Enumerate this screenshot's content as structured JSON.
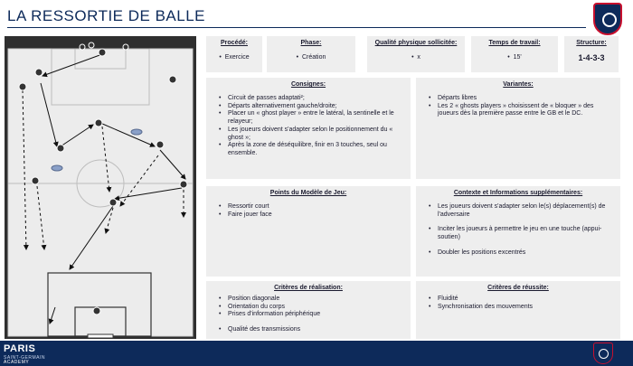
{
  "title": "LA RESSORTIE DE BALLE",
  "header": {
    "procede": {
      "label": "Procédé:",
      "value": "Exercice"
    },
    "phase": {
      "label": "Phase:",
      "value": "Création"
    },
    "qualite": {
      "label": "Qualité physique sollicitée:",
      "value": "x"
    },
    "temps": {
      "label": "Temps de travail:",
      "value": "15'"
    },
    "structure": {
      "label": "Structure:",
      "value": "1-4-3-3"
    }
  },
  "consignes": {
    "title": "Consignes:",
    "items": [
      "Circuit de passes adaptati²;",
      "Départs alternativement gauche/droite;",
      "Placer un « ghost player » entre le latéral, la sentinelle et le relayeur;",
      "Les joueurs doivent s'adapter selon le positionnement du « ghost »;",
      "Après la zone de déséquilibre, finir en 3 touches, seul ou ensemble."
    ]
  },
  "variantes": {
    "title": "Variantes:",
    "items": [
      "Départs libres",
      "Les 2 « ghosts players » choisissent de « bloquer » des joueurs dès la première passe entre le GB et le DC."
    ]
  },
  "points": {
    "title": "Points du Modèle de Jeu:",
    "items": [
      "Ressortir court",
      "Faire jouer face"
    ]
  },
  "contexte": {
    "title": "Contexte et Informations supplémentaires:",
    "items": [
      "Les joueurs doivent s'adapter selon le(s) déplacement(s) de l'adversaire",
      "Inciter les joueurs à permettre le jeu en une touche (appui-soutien)",
      "Doubler les positions excentrés"
    ]
  },
  "realisation": {
    "title": "Critères de réalisation:",
    "items": [
      "Position diagonale",
      "Orientation du corps",
      "Prises d'information périphérique",
      "Qualité des transmissions"
    ]
  },
  "reussite": {
    "title": "Critères de réussite:",
    "items": [
      "Fluidité",
      "Synchronisation des mouvements"
    ]
  },
  "footer": {
    "logo_main": "PARIS",
    "logo_sub": "SAINT-GERMAIN",
    "logo_academy": "ACADEMY"
  },
  "colors": {
    "navy": "#0d2a5a",
    "accent_red": "#c8102e",
    "panel_bg": "#eeeeee",
    "pitch_dark": "#2f2f2f"
  }
}
